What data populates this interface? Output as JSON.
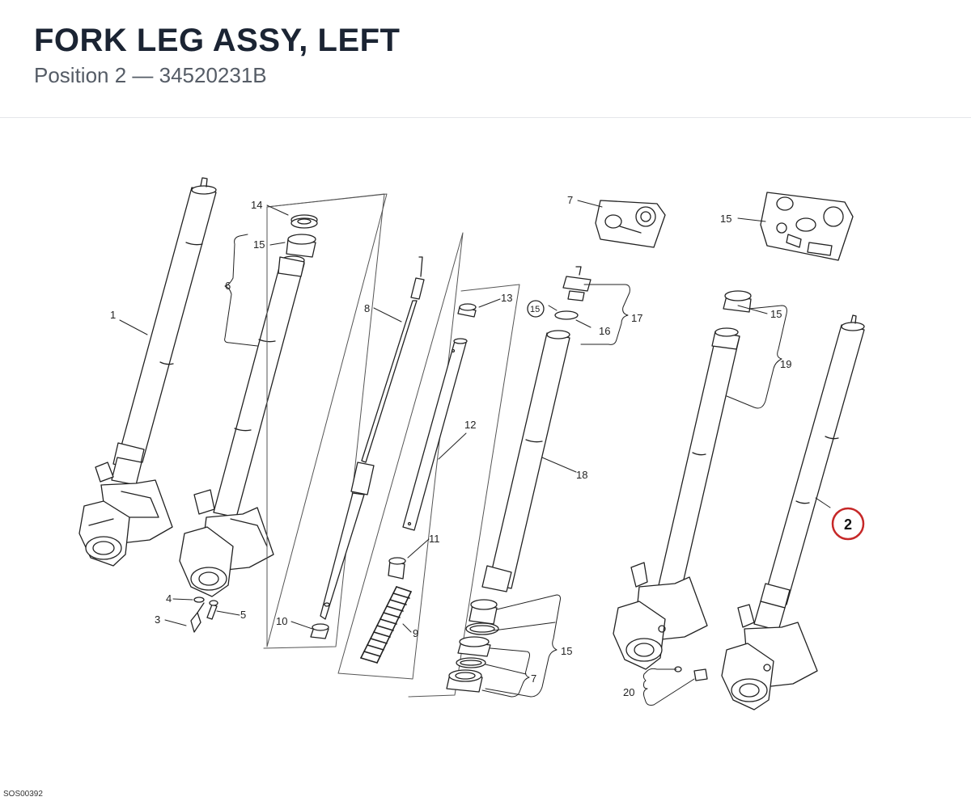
{
  "header": {
    "title": "FORK LEG ASSY, LEFT",
    "subtitle": "Position 2 — 34520231B"
  },
  "diagram": {
    "footer_code": "SOS00392",
    "labels": {
      "l1": "1",
      "l3": "3",
      "l4": "4",
      "l5": "5",
      "l6": "6",
      "l7a": "7",
      "l7b": "7",
      "l8": "8",
      "l9": "9",
      "l10": "10",
      "l11": "11",
      "l12": "12",
      "l13": "13",
      "l14": "14",
      "l15a": "15",
      "l15b": "15",
      "l15c": "15",
      "l15d": "15",
      "l15e": "15",
      "l16": "16",
      "l17": "17",
      "l18": "18",
      "l19": "19",
      "l20": "20"
    },
    "highlight": {
      "number": "2",
      "color": "#c62828"
    }
  }
}
